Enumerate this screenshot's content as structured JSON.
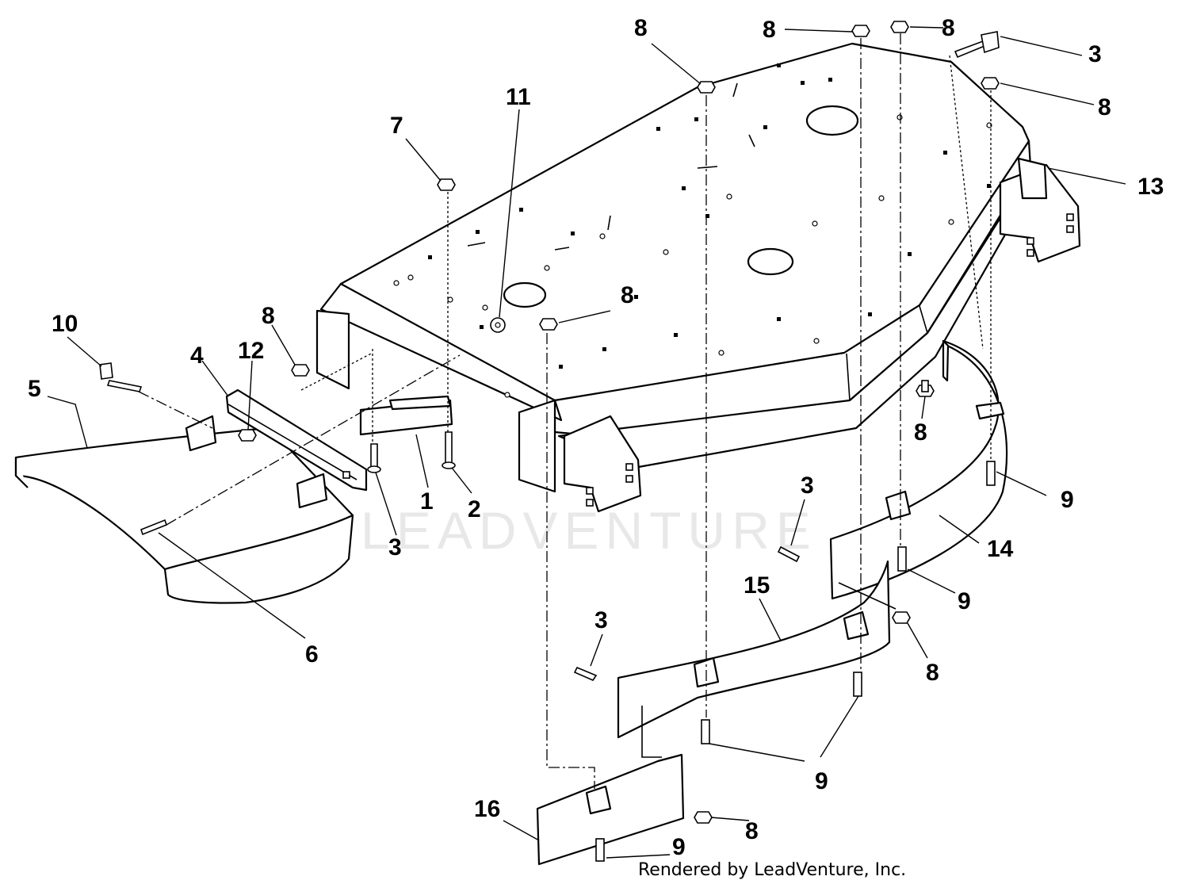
{
  "diagram": {
    "callouts": [
      "8",
      "8",
      "8",
      "3",
      "8",
      "11",
      "7",
      "13",
      "8",
      "10",
      "8",
      "12",
      "4",
      "5",
      "8",
      "3",
      "9",
      "1",
      "2",
      "3",
      "14",
      "15",
      "9",
      "3",
      "6",
      "8",
      "9",
      "16",
      "8",
      "9"
    ],
    "credit": "Rendered by LeadVenture, Inc.",
    "watermark": "LEADVENTURE"
  }
}
